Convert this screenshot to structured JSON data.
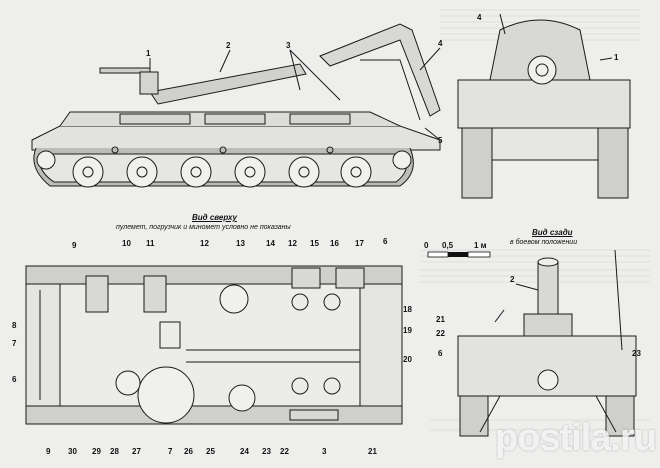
{
  "views": {
    "top": {
      "title": "Вид сверху",
      "note": "пулемет, погрузчик и миномет условно не показаны"
    },
    "rear": {
      "title": "Вид сзади",
      "subtitle": "в боевом положении"
    }
  },
  "scale_bar": {
    "labels": [
      "0",
      "0,5",
      "1 м"
    ]
  },
  "callouts": {
    "side": [
      "1",
      "2",
      "3",
      "4",
      "5"
    ],
    "front": [
      "4",
      "1"
    ],
    "top": [
      "9",
      "10",
      "11",
      "12",
      "13",
      "14",
      "12",
      "15",
      "16",
      "17",
      "6",
      "18",
      "19",
      "20",
      "21",
      "3",
      "22",
      "23",
      "24",
      "25",
      "26",
      "7",
      "27",
      "28",
      "29",
      "30",
      "9",
      "6",
      "7",
      "8"
    ],
    "rear": [
      "2",
      "21",
      "22",
      "6",
      "23"
    ]
  },
  "watermark": "postila.ru"
}
